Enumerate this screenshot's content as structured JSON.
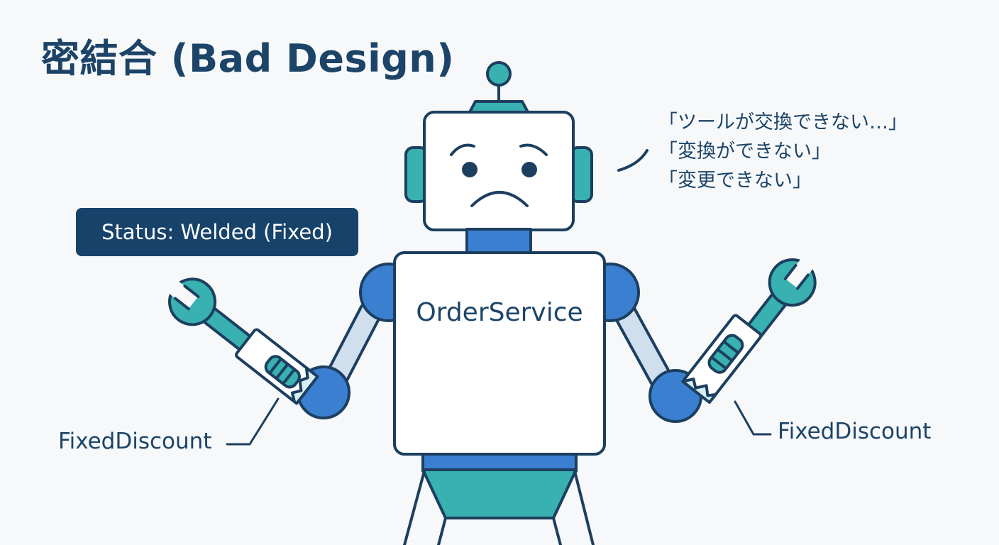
{
  "title": "密結合 (Bad Design)",
  "status": "Status: Welded (Fixed)",
  "speech": {
    "lines": [
      "「ツールが交換できない…」",
      "「変換ができない」",
      "「変更できない」"
    ]
  },
  "robot": {
    "body_label": "OrderService",
    "mood": "sad"
  },
  "tools": {
    "left_label": "FixedDiscount",
    "right_label": "FixedDiscount",
    "icon": "wrench-icon"
  },
  "colors": {
    "navy": "#17426a",
    "outline": "#1c3f60",
    "blue": "#3a7fd0",
    "teal": "#38b1b0",
    "background": "#f6f8fa"
  }
}
